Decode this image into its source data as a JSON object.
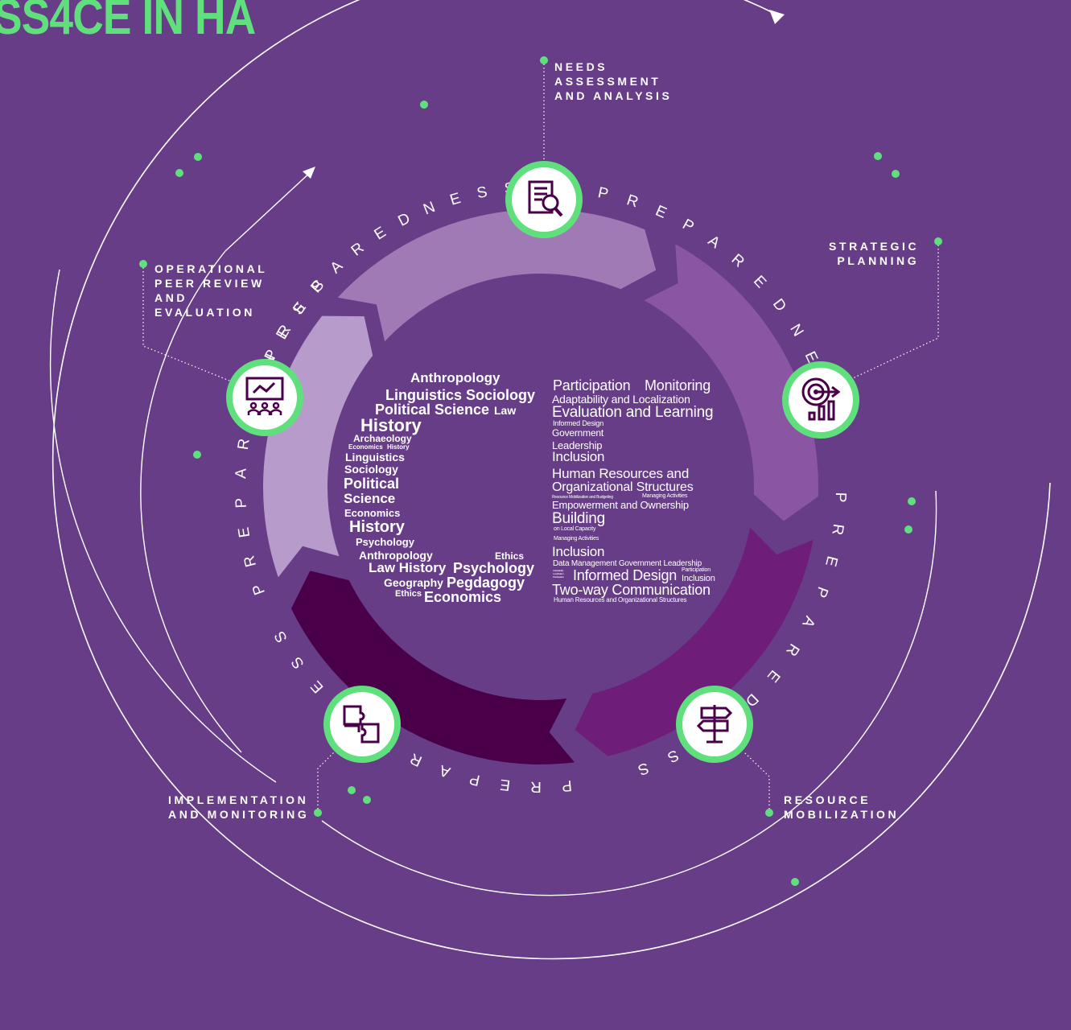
{
  "colors": {
    "background": "#673d88",
    "accent_green": "#5fe07d",
    "segment_top": "#a07ab5",
    "segment_right": "#8a56a4",
    "segment_bottom_right": "#6e1e78",
    "segment_bottom_left": "#4a0049",
    "segment_left": "#b79ccb",
    "icon_stroke": "#4a0049"
  },
  "title": "SS4CE IN HA",
  "ring_text": "PREPAREDNESS",
  "stages": [
    {
      "id": "needs",
      "lines": [
        "NEEDS",
        "ASSESSMENT",
        "AND ANALYSIS"
      ],
      "icon": "document-magnifier-icon"
    },
    {
      "id": "strategic",
      "lines": [
        "STRATEGIC",
        "PLANNING"
      ],
      "icon": "target-chart-icon"
    },
    {
      "id": "resource",
      "lines": [
        "RESOURCE",
        "MOBILIZATION"
      ],
      "icon": "signpost-icon"
    },
    {
      "id": "implementation",
      "lines": [
        "IMPLEMENTATION",
        "AND MONITORING"
      ],
      "icon": "puzzle-icon"
    },
    {
      "id": "operational",
      "lines": [
        "OPERATIONAL",
        "PEER REVIEW",
        "AND",
        "EVALUATION"
      ],
      "icon": "presentation-icon"
    }
  ],
  "disciplines_cloud": [
    "Anthropology",
    "Linguistics Sociology",
    "Political Science",
    "Law",
    "History",
    "Archaeology",
    "Economics",
    "History",
    "Linguistics",
    "Sociology",
    "Political",
    "Science",
    "Economics",
    "History",
    "Psychology",
    "Anthropology",
    "Ethics",
    "Law History",
    "Psychology",
    "Geography",
    "Pegdagogy",
    "Ethics",
    "Economics"
  ],
  "competencies_cloud": [
    "Participation",
    "Monitoring",
    "Adaptability and Localization",
    "Evaluation and Learning",
    "Informed Design",
    "Government",
    "Leadership",
    "Inclusion",
    "Human Resources and",
    "Organizational Structures",
    "Resource Mobilization and Budgeting",
    "Managing Activities",
    "Empowerment and Ownership",
    "Building",
    "on Local Capacity",
    "Managing Activities",
    "Inclusion",
    "Data Management Government Leadership",
    "Adaptability",
    "Localization",
    "Participation",
    "Informed Design",
    "Participation",
    "Inclusion",
    "Two-way Communication",
    "Human Resources and Organizational Structures"
  ]
}
